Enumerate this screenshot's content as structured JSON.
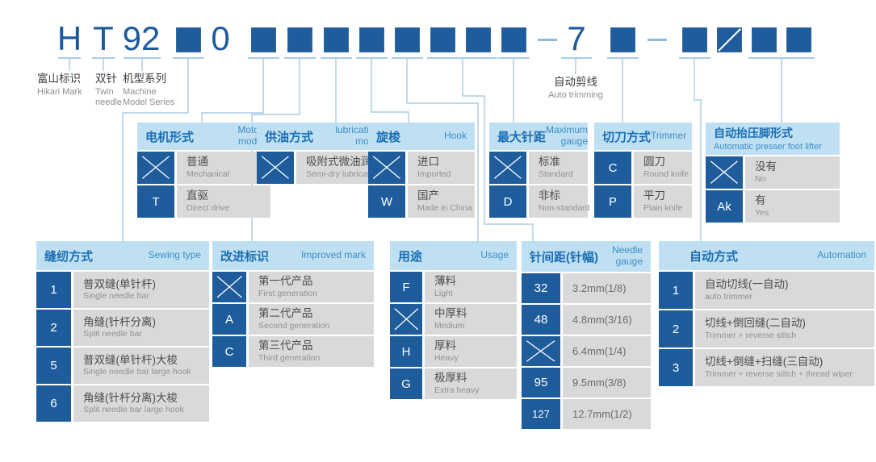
{
  "colors": {
    "accent_blue": "#1f5c9c",
    "code_text_blue": "#1d5a9b",
    "header_bg": "#bfe0f2",
    "header_text": "#1a6eb4",
    "row_bg": "#d9d9d9",
    "connector": "#a9cbe4"
  },
  "code": {
    "items": [
      {
        "kind": "text",
        "value": "H"
      },
      {
        "kind": "text",
        "value": "T"
      },
      {
        "kind": "text",
        "value": "92"
      },
      {
        "kind": "square"
      },
      {
        "kind": "text",
        "value": "0"
      },
      {
        "kind": "square"
      },
      {
        "kind": "square"
      },
      {
        "kind": "square"
      },
      {
        "kind": "square"
      },
      {
        "kind": "square"
      },
      {
        "kind": "square"
      },
      {
        "kind": "square"
      },
      {
        "kind": "square"
      },
      {
        "kind": "dash"
      },
      {
        "kind": "text",
        "value": "7"
      },
      {
        "kind": "square"
      },
      {
        "kind": "dash"
      },
      {
        "kind": "square"
      },
      {
        "kind": "square-slash"
      },
      {
        "kind": "square"
      },
      {
        "kind": "square"
      }
    ]
  },
  "labels": {
    "hikari": {
      "zh": "富山标识",
      "en": "Hikari Mark"
    },
    "twin": {
      "zh": "双针",
      "en": "Twin\nneedle"
    },
    "series": {
      "zh": "机型系列",
      "en": "Machine\nModel Series"
    },
    "autotrim": {
      "zh": "自动剪线",
      "en": "Auto trimming"
    }
  },
  "tables": [
    {
      "id": "motor",
      "title_zh": "电机形式",
      "title_en": "Motor\nmode",
      "rows": [
        {
          "key": "X",
          "zh": "普通",
          "en": "Mechanical"
        },
        {
          "key": "T",
          "zh": "直驱",
          "en": "Direct drive"
        }
      ]
    },
    {
      "id": "lube",
      "title_zh": "供油方式",
      "title_en": "lubricating\nmode",
      "rows": [
        {
          "key": "X",
          "zh": "吸附式微油润滑",
          "en": "Semi-dry lubrication"
        }
      ]
    },
    {
      "id": "hook",
      "title_zh": "旋梭",
      "title_en": "Hook",
      "rows": [
        {
          "key": "X",
          "zh": "进口",
          "en": "Imported"
        },
        {
          "key": "W",
          "zh": "国产",
          "en": "Made in China"
        }
      ]
    },
    {
      "id": "maxgauge",
      "title_zh": "最大针距",
      "title_en": "Maximum\ngauge",
      "rows": [
        {
          "key": "X",
          "zh": "标准",
          "en": "Standard"
        },
        {
          "key": "D",
          "zh": "非标",
          "en": "Non-standard"
        }
      ]
    },
    {
      "id": "trimmer",
      "title_zh": "切刀方式",
      "title_en": "Trimmer",
      "rows": [
        {
          "key": "C",
          "zh": "圆刀",
          "en": "Round knife"
        },
        {
          "key": "P",
          "zh": "平刀",
          "en": "Plain knife"
        }
      ]
    },
    {
      "id": "presser",
      "title_zh": "自动抬压脚形式",
      "title_en": "Automatic presser foot lifter",
      "rows": [
        {
          "key": "X",
          "zh": "没有",
          "en": "No"
        },
        {
          "key": "Ak",
          "zh": "有",
          "en": "Yes"
        }
      ]
    },
    {
      "id": "sewing",
      "title_zh": "缝纫方式",
      "title_en": "Sewing type",
      "rows": [
        {
          "key": "1",
          "zh": "普双缝(单针杆)",
          "en": "Single needle bar"
        },
        {
          "key": "2",
          "zh": "角缝(针杆分离)",
          "en": "Split needle bar"
        },
        {
          "key": "5",
          "zh": "普双缝(单针杆)大梭",
          "en": "Single needle bar large hook"
        },
        {
          "key": "6",
          "zh": "角缝(针杆分离)大梭",
          "en": "Split needle bar large hook"
        }
      ]
    },
    {
      "id": "improved",
      "title_zh": "改进标识",
      "title_en": "Improved mark",
      "rows": [
        {
          "key": "X",
          "zh": "第一代产品",
          "en": "First generation"
        },
        {
          "key": "A",
          "zh": "第二代产品",
          "en": "Second generation"
        },
        {
          "key": "C",
          "zh": "第三代产品",
          "en": "Third generation"
        }
      ]
    },
    {
      "id": "usage",
      "title_zh": "用途",
      "title_en": "Usage",
      "rows": [
        {
          "key": "F",
          "zh": "薄料",
          "en": "Light"
        },
        {
          "key": "X",
          "zh": "中厚料",
          "en": "Medium"
        },
        {
          "key": "H",
          "zh": "厚料",
          "en": "Heavy"
        },
        {
          "key": "G",
          "zh": "极厚料",
          "en": "Extra heavy"
        }
      ]
    },
    {
      "id": "needle",
      "title_zh": "针间距(针幅)",
      "title_en": "Needle\ngauge",
      "rows": [
        {
          "key": "32",
          "zh": "3.2mm(1/8)"
        },
        {
          "key": "48",
          "zh": "4.8mm(3/16)"
        },
        {
          "key": "X",
          "zh": "6.4mm(1/4)"
        },
        {
          "key": "95",
          "zh": "9.5mm(3/8)"
        },
        {
          "key": "127",
          "zh": "12.7mm(1/2)"
        }
      ]
    },
    {
      "id": "automation",
      "title_zh": "自动方式",
      "title_en": "Automation",
      "rows": [
        {
          "key": "1",
          "zh": "自动切线(一自动)",
          "en": "auto trimmer"
        },
        {
          "key": "2",
          "zh": "切线+倒回缝(二自动)",
          "en": "Trimmer + reverse stitch"
        },
        {
          "key": "3",
          "zh": "切线+倒缝+扫缝(三自动)",
          "en": "Trimmer + reverse stitch + thread wiper"
        }
      ]
    }
  ]
}
